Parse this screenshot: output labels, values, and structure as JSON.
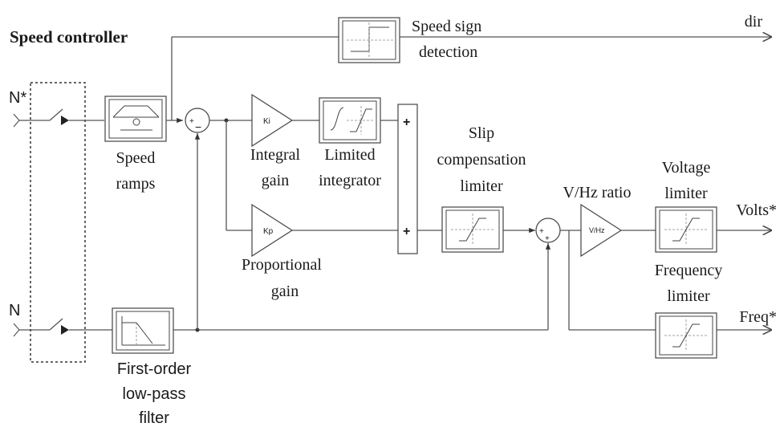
{
  "title": "Speed controller",
  "inputs": {
    "reference": "N*",
    "feedback": "N"
  },
  "blocks": {
    "speed_ramps": [
      "Speed",
      "ramps"
    ],
    "speed_sign": [
      "Speed sign",
      "detection"
    ],
    "integral_gain": [
      "Integral",
      "gain"
    ],
    "integral_gain_symbol": "Ki",
    "limited_integrator": [
      "Limited",
      "integrator"
    ],
    "proportional_gain": [
      "Proportional",
      "gain"
    ],
    "proportional_gain_symbol": "Kp",
    "slip_limiter": [
      "Slip",
      "compensation",
      "limiter"
    ],
    "vhz_ratio": "V/Hz ratio",
    "vhz_symbol": "V/Hz",
    "voltage_limiter": [
      "Voltage",
      "limiter"
    ],
    "frequency_limiter": [
      "Frequency",
      "limiter"
    ],
    "lowpass_filter": [
      "First-order",
      "low-pass",
      "filter"
    ]
  },
  "outputs": {
    "direction": "dir",
    "volts": "Volts*",
    "freq": "Freq*"
  },
  "signs": {
    "plus": "+",
    "minus": "−"
  }
}
